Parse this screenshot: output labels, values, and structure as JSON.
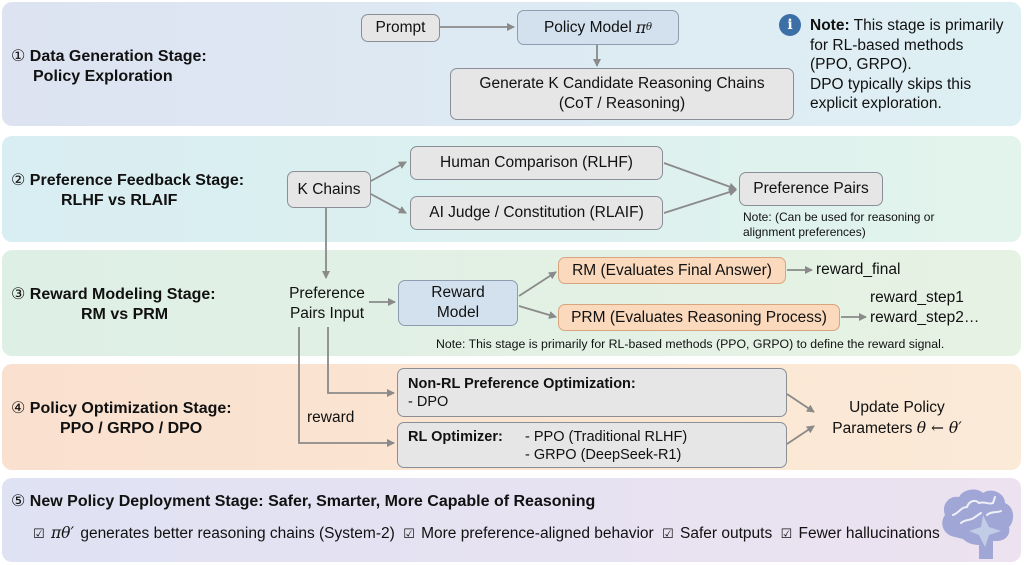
{
  "stages": [
    {
      "number": "①",
      "title_line1": "Data Generation Stage:",
      "title_line2": "Policy Exploration",
      "nodes": {
        "prompt": "Prompt",
        "policy_model": "Policy Model ",
        "policy_model_symbol": "π",
        "policy_model_subscript": "θ",
        "generate_line1": "Generate K Candidate Reasoning Chains",
        "generate_line2": "(CoT / Reasoning)"
      },
      "note": {
        "icon": "info-icon",
        "label": "Note:",
        "line1_rest": " This stage is primarily",
        "line2": "for RL-based methods",
        "line3": "(PPO, GRPO).",
        "line4": "DPO typically skips this",
        "line5": "explicit exploration."
      }
    },
    {
      "number": "②",
      "title_line1": "Preference Feedback Stage:",
      "title_line2": "RLHF vs RLAIF",
      "nodes": {
        "k_chains": "K Chains",
        "human_comparison": "Human Comparison (RLHF)",
        "ai_judge": "AI Judge / Constitution (RLAIF)",
        "preference_pairs": "Preference Pairs"
      },
      "note_line1": "Note: (Can be used for reasoning or",
      "note_line2": "alignment preferences)"
    },
    {
      "number": "③",
      "title_line1": "Reward Modeling Stage:",
      "title_line2": "RM vs PRM",
      "nodes": {
        "pairs_input_line1": "Preference",
        "pairs_input_line2": "Pairs Input",
        "reward_model_line1": "Reward",
        "reward_model_line2": "Model",
        "rm": "RM (Evaluates Final Answer)",
        "prm": "PRM (Evaluates Reasoning Process)",
        "reward_final": "reward_final",
        "reward_step1": "reward_step1",
        "reward_step2": "reward_step2…"
      },
      "note": "Note: This stage is primarily for RL-based methods (PPO, GRPO) to define the reward signal."
    },
    {
      "number": "④",
      "title_line1": "Policy Optimization Stage:",
      "title_line2": "PPO / GRPO / DPO",
      "nodes": {
        "reward_label": "reward",
        "non_rl_title": "Non-RL Preference Optimization:",
        "non_rl_item": "- DPO",
        "rl_title": "RL Optimizer:",
        "rl_item1": "- PPO (Traditional RLHF)",
        "rl_item2": "- GRPO (DeepSeek-R1)",
        "update_line1": "Update Policy",
        "update_line2_text": "Parameters ",
        "update_line2_math": "θ ← θ′"
      }
    },
    {
      "number": "⑤",
      "title": "New Policy Deployment Stage: Safer, Smarter, More Capable of Reasoning",
      "checkbox_glyph": "☑",
      "benefits": [
        {
          "math": "πθ′",
          "text": " generates better reasoning chains (System-2)"
        },
        {
          "text": "More preference-aligned behavior"
        },
        {
          "text": "Safer outputs"
        },
        {
          "text": "Fewer hallucinations"
        }
      ],
      "icon": "brain-icon"
    }
  ],
  "colors": {
    "arrow": "#8a8a8a",
    "info_icon": "#3b6fa5",
    "box_gray": "#e6e6e6",
    "box_blue": "#d3e1ef",
    "box_orange": "#fad9bd",
    "brain": "#8f98cf"
  }
}
